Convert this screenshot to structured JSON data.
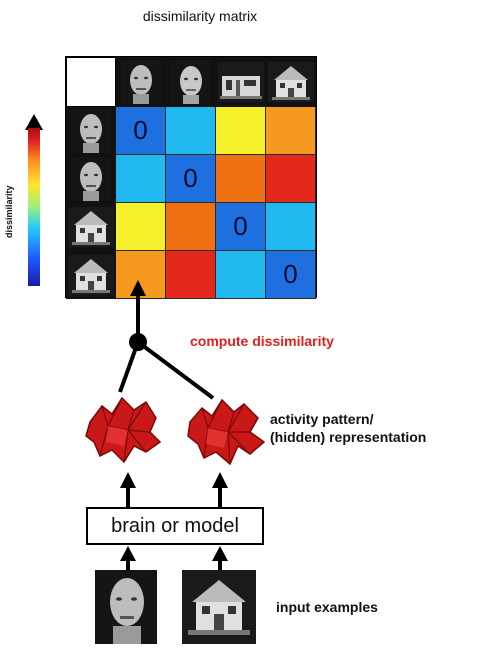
{
  "title": "dissimilarity matrix",
  "colorbar": {
    "label": "dissimilarity"
  },
  "matrix": {
    "rows": [
      {
        "label": "face-1",
        "cells": [
          "0",
          "",
          "",
          ""
        ]
      },
      {
        "label": "face-2",
        "cells": [
          "",
          "0",
          "",
          ""
        ]
      },
      {
        "label": "house-1",
        "cells": [
          "",
          "",
          "0",
          ""
        ]
      },
      {
        "label": "house-2",
        "cells": [
          "",
          "",
          "",
          "0"
        ]
      }
    ],
    "colors": [
      [
        "#1e6fe0",
        "#22b8f0",
        "#f5f02a",
        "#f59a1e"
      ],
      [
        "#22b8f0",
        "#1e6fe0",
        "#f07014",
        "#e32a1a"
      ],
      [
        "#f5f02a",
        "#f07014",
        "#1e6fe0",
        "#22b8f0"
      ],
      [
        "#f59a1e",
        "#e32a1a",
        "#22b8f0",
        "#1e6fe0"
      ]
    ]
  },
  "labels": {
    "compute": "compute dissimilarity",
    "activity_line1": "activity pattern/",
    "activity_line2": "(hidden) representation",
    "brain_or_model": "brain or model",
    "input_examples": "input examples"
  },
  "icons": {
    "face": "face-photo-icon",
    "house": "house-photo-icon",
    "activity": "activity-surface-icon"
  }
}
